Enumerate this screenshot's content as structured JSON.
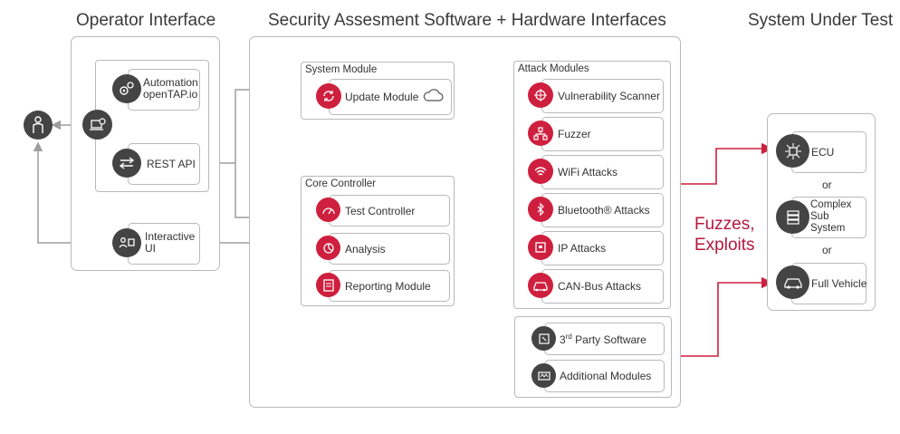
{
  "titles": {
    "operator": "Operator Interface",
    "security": "Security Assesment Software + Hardware Interfaces",
    "sut": "System Under Test"
  },
  "operator": {
    "automation": [
      "Automation",
      "openTAP.io"
    ],
    "rest_api": "REST API",
    "interactive_ui": [
      "Interactive",
      "UI"
    ]
  },
  "system_module": {
    "label": "System Module",
    "update": "Update Module"
  },
  "core_controller": {
    "label": "Core Controller",
    "items": [
      "Test Controller",
      "Analysis",
      "Reporting Module"
    ]
  },
  "attack_modules": {
    "label": "Attack Modules",
    "items": [
      "Vulnerability Scanner",
      "Fuzzer",
      "WiFi Attacks",
      "Bluetooth® Attacks",
      "IP Attacks",
      "CAN-Bus Attacks"
    ]
  },
  "extra_modules": {
    "third_party_prefix": "3",
    "third_party_sup": "rd",
    "third_party_suffix": " Party Software",
    "additional": "Additional Modules"
  },
  "annotation": [
    "Fuzzes,",
    "Exploits"
  ],
  "sut": {
    "ecu": "ECU",
    "complex": [
      "Complex",
      "Sub",
      "System"
    ],
    "full_vehicle": "Full Vehicle",
    "or1": "or",
    "or2": "or"
  },
  "colors": {
    "accent": "#cf1f3e",
    "annotation": "#b5173c",
    "icon_dark": "#444444",
    "line": "#9e9e9e"
  },
  "icons": {
    "user": "person-icon",
    "operator_station": "laptop-gear-icon",
    "automation": "gears-icon",
    "rest_api": "arrows-icon",
    "interactive_ui": "user-screen-icon",
    "update": "refresh-icon",
    "cloud": "cloud-icon",
    "test_controller": "gauge-icon",
    "analysis": "chart-icon",
    "reporting": "document-icon",
    "vuln": "target-icon",
    "fuzzer": "network-icon",
    "wifi": "wifi-icon",
    "bluetooth": "bluetooth-icon",
    "ip": "ethernet-icon",
    "can": "car-icon",
    "third_party": "puzzle-icon",
    "additional": "module-icon",
    "ecu": "chip-icon",
    "complex": "stack-icon",
    "full_vehicle": "vehicle-icon"
  }
}
